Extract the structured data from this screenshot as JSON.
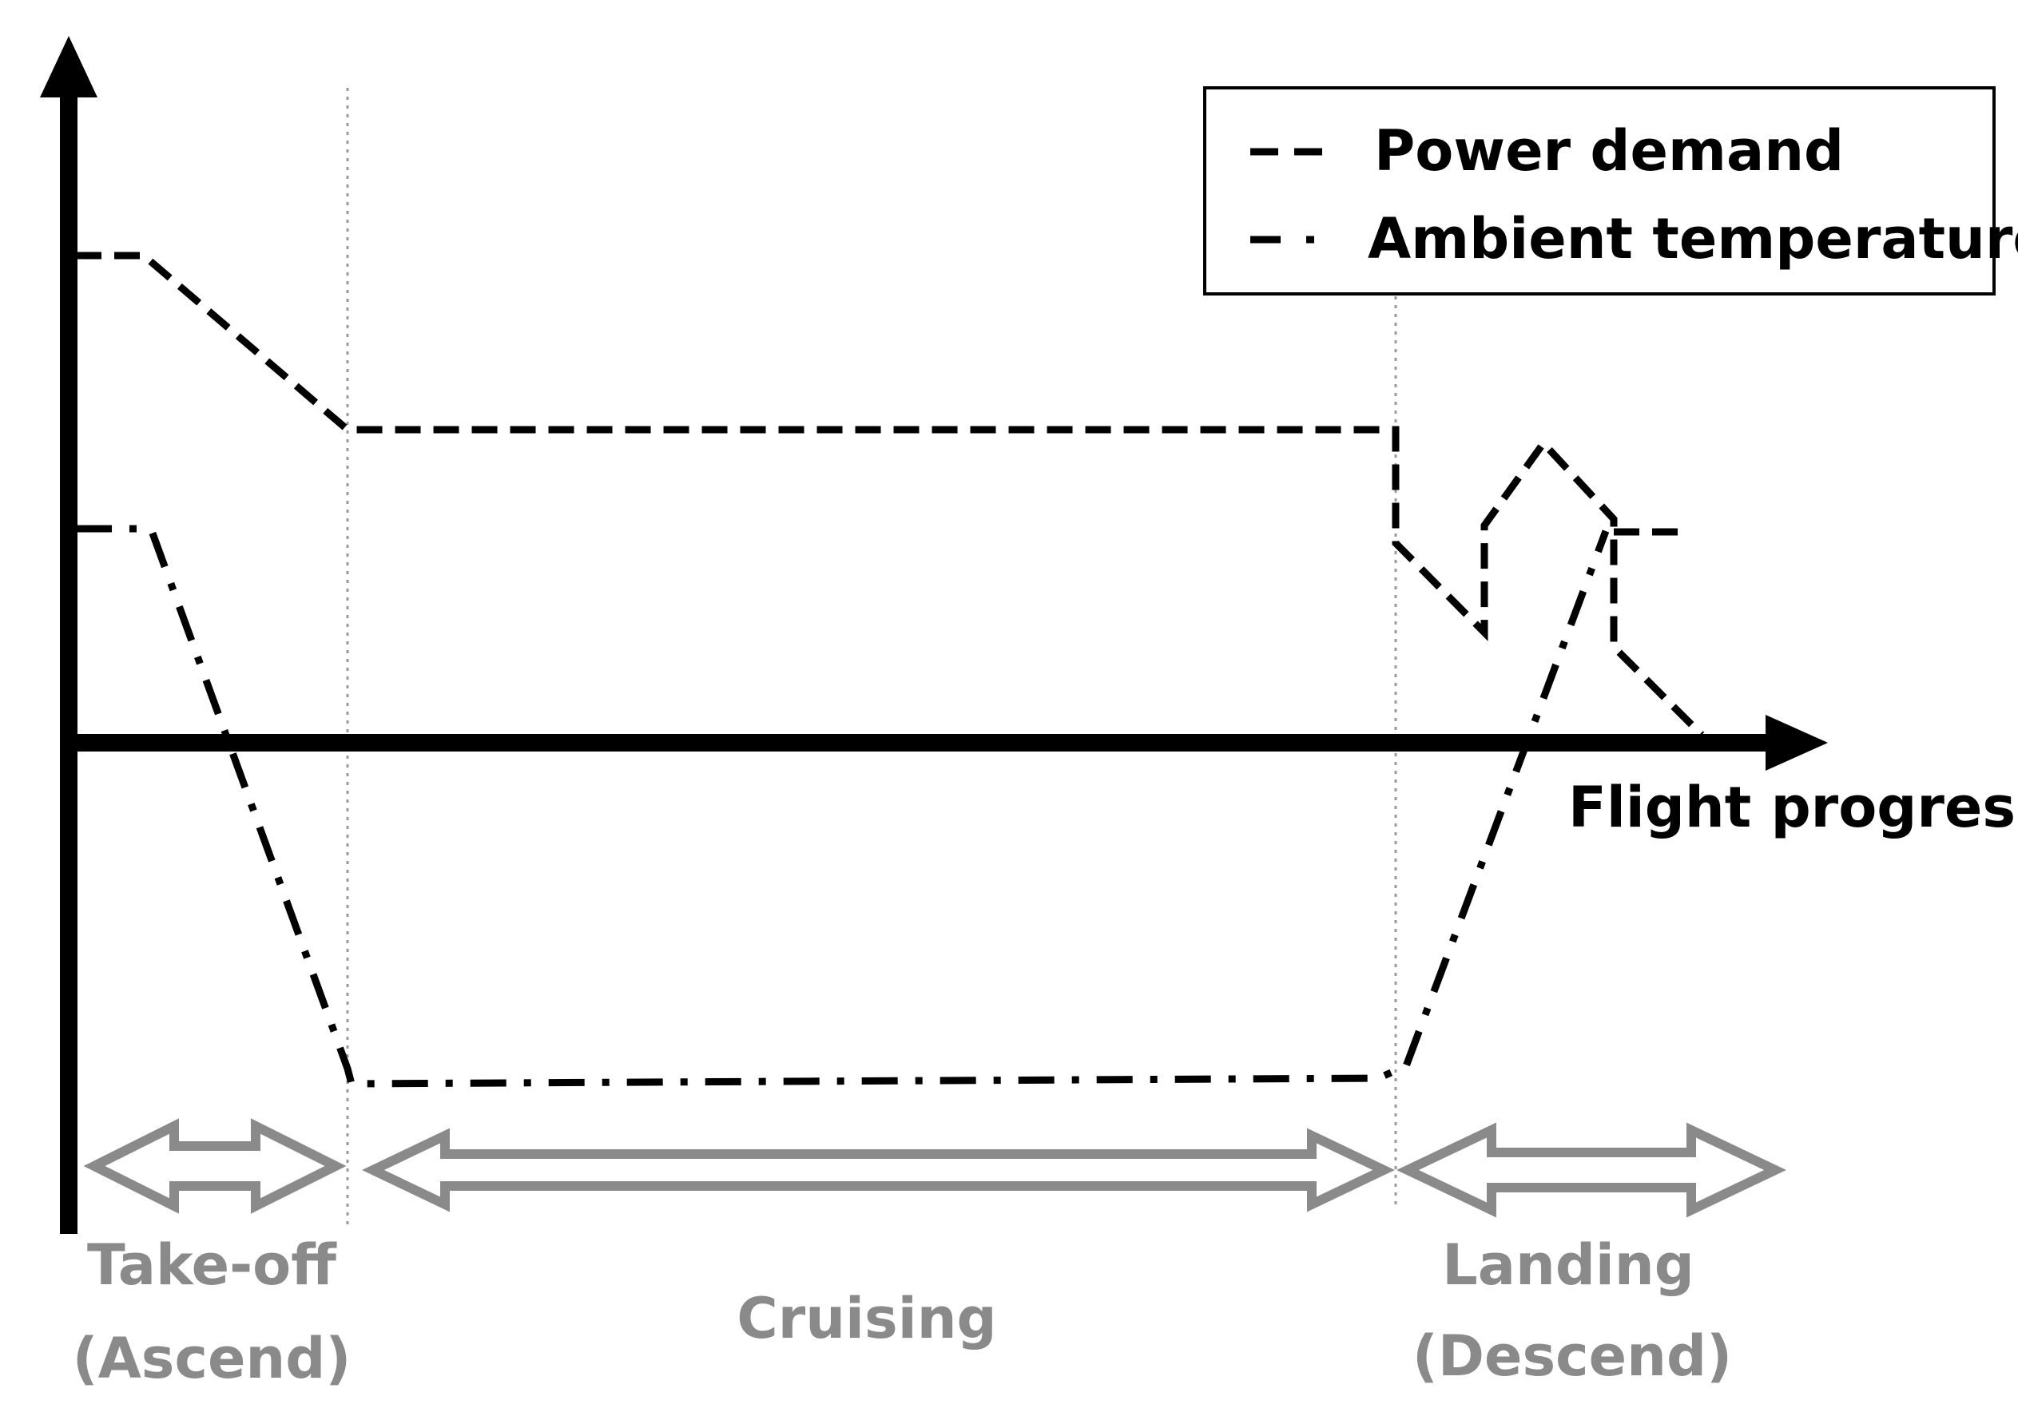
{
  "legend": {
    "power_demand": "Power demand",
    "ambient_temperature": "Ambient temperature"
  },
  "x_axis": {
    "label": "Flight progress"
  },
  "phases": [
    {
      "id": "takeoff",
      "line1": "Take-off",
      "line2": "(Ascend)"
    },
    {
      "id": "cruising",
      "line1": "Cruising",
      "line2": ""
    },
    {
      "id": "landing",
      "line1": "Landing",
      "line2": "(Descend)"
    }
  ],
  "colors": {
    "axis": "#000000",
    "series": "#000000",
    "phase": "#8a8a8a",
    "divider": "#9a9a9a"
  }
}
